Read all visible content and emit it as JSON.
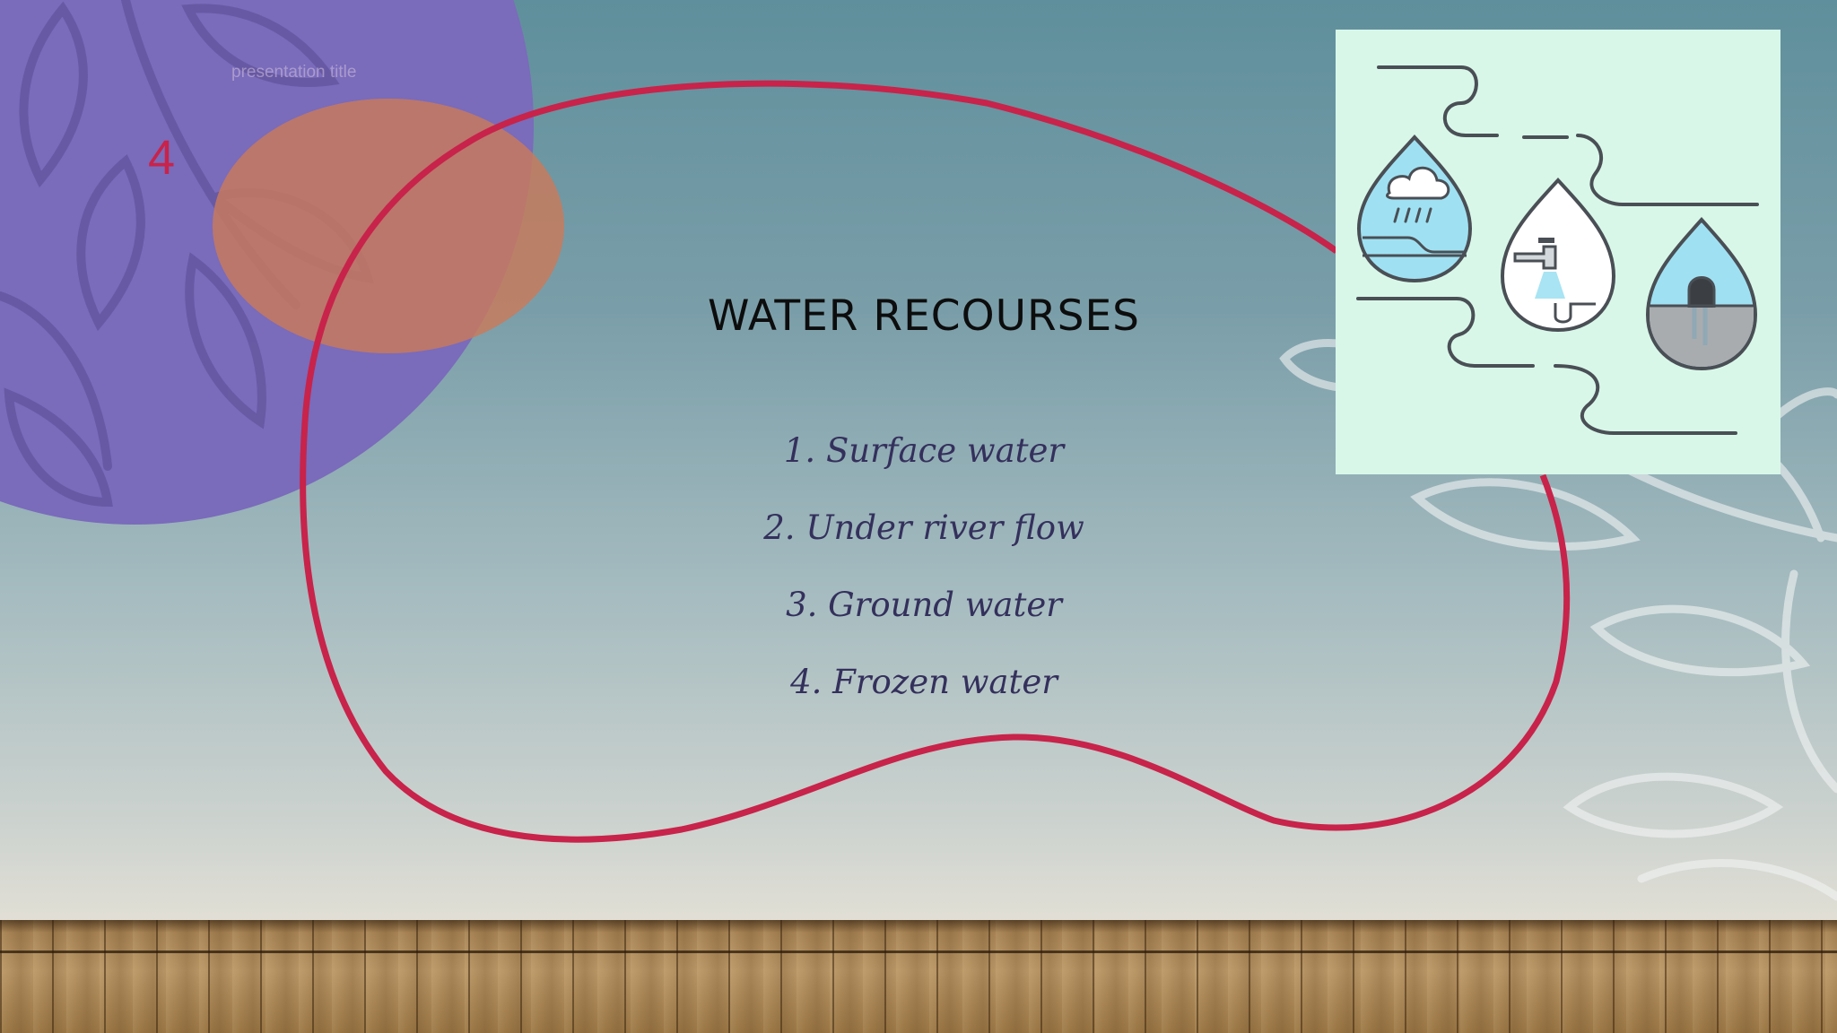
{
  "slide": {
    "header_label": "presentation title",
    "number": "4",
    "title": "WATER RECOURSES",
    "list_items": [
      "1. Surface water",
      "2. Under river flow",
      "3. Ground water",
      "4.  Frozen water"
    ]
  },
  "illustration": {
    "icons": [
      "rain-cloud-water-drop-icon",
      "faucet-water-drop-icon",
      "underground-water-drop-icon"
    ]
  },
  "colors": {
    "accent": "#c8234a",
    "purple_circle": "#7a6bbb",
    "orange_circle": "#c97a5a",
    "text_list": "#34305c",
    "illustration_bg": "#d8f7e9",
    "drop_blue": "#9fe1f2"
  }
}
